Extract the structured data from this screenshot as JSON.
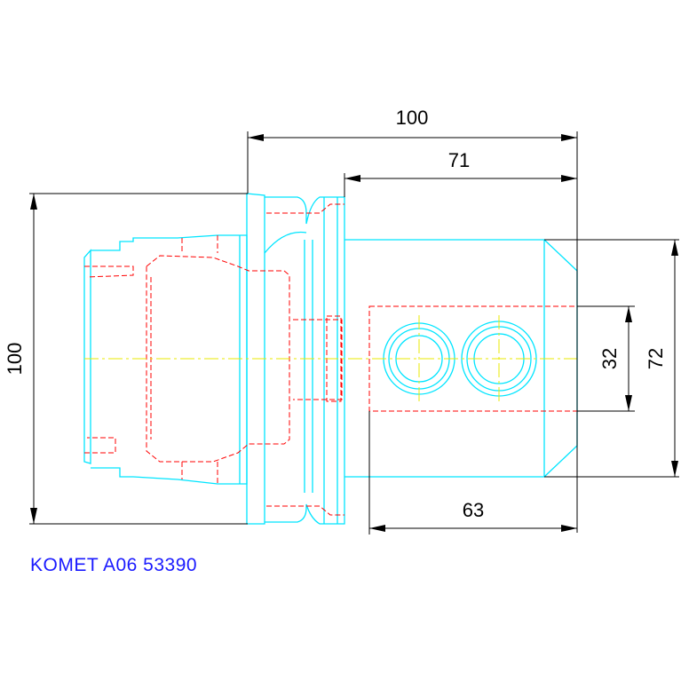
{
  "drawing": {
    "caption": "KOMET A06 53390",
    "dimensions": {
      "overall_length": "100",
      "head_length": "71",
      "bore_length": "63",
      "flange_height": "100",
      "body_height": "72",
      "bore_height": "32"
    },
    "colors": {
      "outline": "#00e5ff",
      "hidden_lines": "#ff0000",
      "center_lines": "#e8e800",
      "dimensions": "#000000",
      "caption": "#1a1aff"
    }
  }
}
